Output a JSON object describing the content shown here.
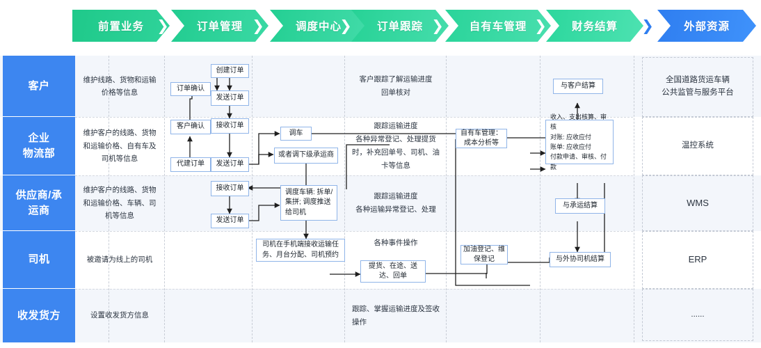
{
  "header": {
    "steps": [
      {
        "label": "前置业务",
        "color_from": "#1fc98a",
        "color_to": "#2fd39a",
        "kind": "green"
      },
      {
        "label": "订单管理",
        "color_from": "#22cc90",
        "color_to": "#3ad9a4",
        "kind": "green"
      },
      {
        "label": "调度中心",
        "color_from": "#24cf93",
        "color_to": "#41dba8",
        "kind": "green"
      },
      {
        "label": "订单跟踪",
        "color_from": "#27d296",
        "color_to": "#45ddab",
        "kind": "green"
      },
      {
        "label": "自有车管理",
        "color_from": "#2ad49a",
        "color_to": "#49dfae",
        "kind": "green"
      },
      {
        "label": "财务结算",
        "color_from": "#2cd79d",
        "color_to": "#4de2b1",
        "kind": "green"
      },
      {
        "label": "外部资源",
        "color_from": "#2f7ef0",
        "color_to": "#3f92fb",
        "kind": "blue"
      }
    ],
    "separator_glyph": "❯",
    "separator_color_green": "#ffffff",
    "separator_color_blue": "#2f7ef0"
  },
  "rows": [
    {
      "label": "客户"
    },
    {
      "label": "企业\n物流部",
      "line1": "企业",
      "line2": "物流部"
    },
    {
      "label": "供应商/承\n运商",
      "line1": "供应商/承",
      "line2": "运商"
    },
    {
      "label": "司机"
    },
    {
      "label": "收发货方"
    }
  ],
  "columns": {
    "pre_business": {
      "cells": [
        "维护线路、货物和运输价格等信息",
        "维护客户的线路、货物和运输价格、自有车及司机等信息",
        "维护客户的线路、货物和运输价格、车辆、司机等信息",
        "被邀请为线上的司机",
        "设置收发货方信息"
      ]
    },
    "order_mgmt": {
      "nodes": [
        {
          "id": "create_order",
          "label": "创建订单"
        },
        {
          "id": "order_confirm",
          "label": "订单确认"
        },
        {
          "id": "send_order_1",
          "label": "发送订单"
        },
        {
          "id": "customer_confirm",
          "label": "客户确认"
        },
        {
          "id": "receive_order_1",
          "label": "接收订单"
        },
        {
          "id": "proxy_order",
          "label": "代建订单"
        },
        {
          "id": "send_order_2",
          "label": "发送订单"
        },
        {
          "id": "receive_order_2",
          "label": "接收订单"
        },
        {
          "id": "send_order_3",
          "label": "发送订单"
        }
      ]
    },
    "dispatch": {
      "nodes": [
        {
          "id": "dispatch_vehicle",
          "label": "调车"
        },
        {
          "id": "dispatch_sub_carrier",
          "label": "或者调下级承运商"
        },
        {
          "id": "dispatch_plan",
          "label": "调度车辆: 拆单/集拼; 调度推送给司机"
        },
        {
          "id": "driver_mobile",
          "label": "司机在手机端接收运输任务、月台分配、司机预约"
        }
      ]
    },
    "tracking": {
      "cells": [
        "客户跟踪了解运输进度\n回单核对",
        "跟踪运输进度\n各种异常登记、处理提货时，补充回单号、司机、油卡等信息",
        "跟踪运输进度\n各种运输异常登记、处理",
        "各种事件操作",
        "跟踪、掌握运输进度及签收操作"
      ],
      "nodes": [
        {
          "id": "event_node",
          "label": "提货、在途、送达、回单"
        }
      ]
    },
    "own_vehicle": {
      "nodes": [
        {
          "id": "own_vehicle_mgmt",
          "label": "自有车管理：成本分析等"
        },
        {
          "id": "fuel_maint",
          "label": "加油登记、维保登记"
        }
      ]
    },
    "finance": {
      "nodes": [
        {
          "id": "settle_customer",
          "label": "与客户结算"
        },
        {
          "id": "finance_core",
          "label": "收入、支出核算、审核\n对账: 应收应付\n账单: 应收应付\n付款申请、审核、付款"
        },
        {
          "id": "settle_carrier",
          "label": "与承运结算"
        },
        {
          "id": "settle_ext_driver",
          "label": "与外协司机结算"
        }
      ]
    },
    "external": {
      "cells": [
        "全国道路货运车辆\n公共监管与服务平台",
        "温控系统",
        "WMS",
        "ERP",
        "......"
      ]
    }
  },
  "colors": {
    "row_label_bg": "#3d86f0",
    "band_tint": "#f3f6fb",
    "band_white": "#ffffff",
    "node_border": "#8fb4e8",
    "wire": "#1f1f1f",
    "dashed_sep": "#c8cdd6"
  }
}
